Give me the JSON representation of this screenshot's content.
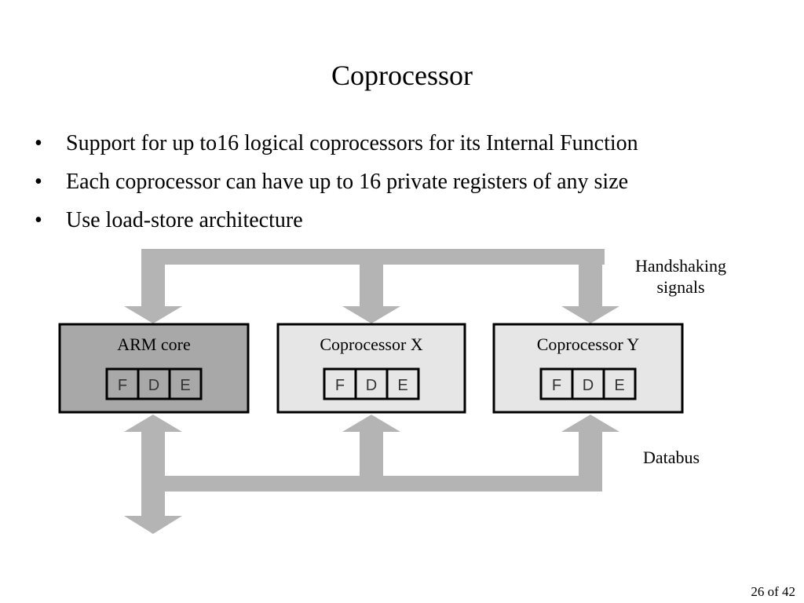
{
  "slide": {
    "title": "Coprocessor",
    "bullets": [
      "Support for up to16 logical coprocessors for its Internal Function",
      "Each coprocessor  can have up to 16 private registers of any size",
      "Use load-store architecture"
    ],
    "bullet_glyph": "•",
    "page_number": "26 of 42"
  },
  "diagram": {
    "handshaking_label": [
      "Handshaking",
      "signals"
    ],
    "databus_label": "Databus",
    "units": [
      {
        "name": "ARM core",
        "stages": [
          "F",
          "D",
          "E"
        ],
        "fill": "#a8a8a8"
      },
      {
        "name": "Coprocessor X",
        "stages": [
          "F",
          "D",
          "E"
        ],
        "fill": "#e6e6e6"
      },
      {
        "name": "Coprocessor Y",
        "stages": [
          "F",
          "D",
          "E"
        ],
        "fill": "#e6e6e6"
      }
    ],
    "bus_color": "#b4b4b4"
  }
}
